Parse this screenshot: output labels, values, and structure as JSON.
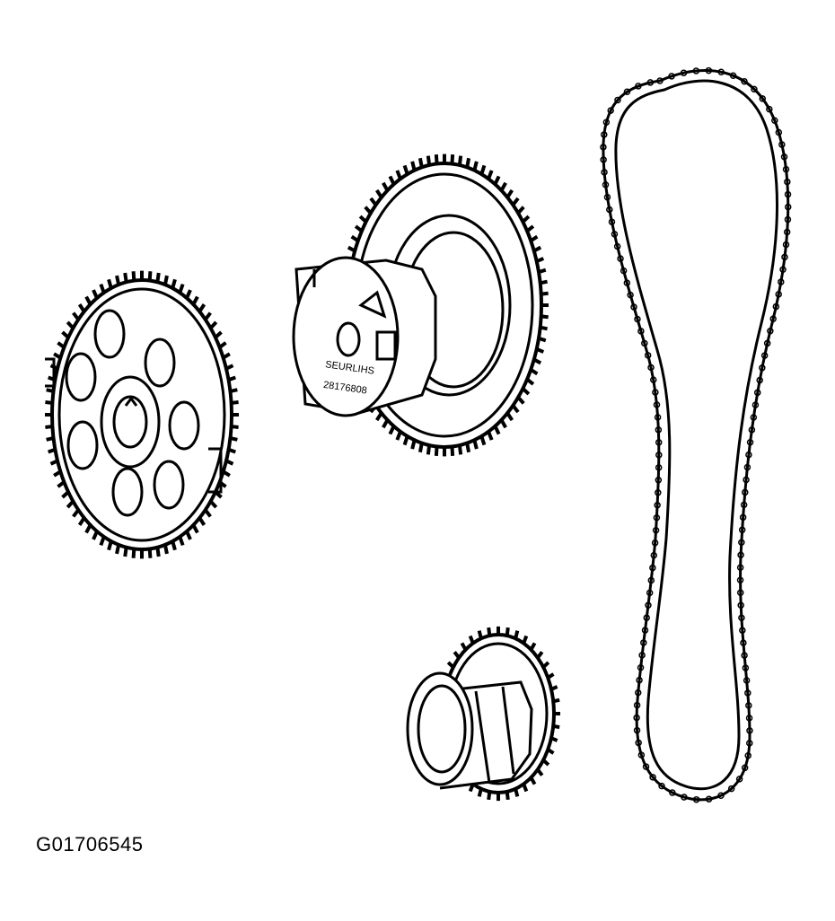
{
  "figure": {
    "id_label": "G01706545",
    "sprocket_brand_text": "SEURLIHS",
    "sprocket_part_number": "28176808"
  },
  "colors": {
    "ink": "#000000",
    "paper": "#ffffff"
  }
}
